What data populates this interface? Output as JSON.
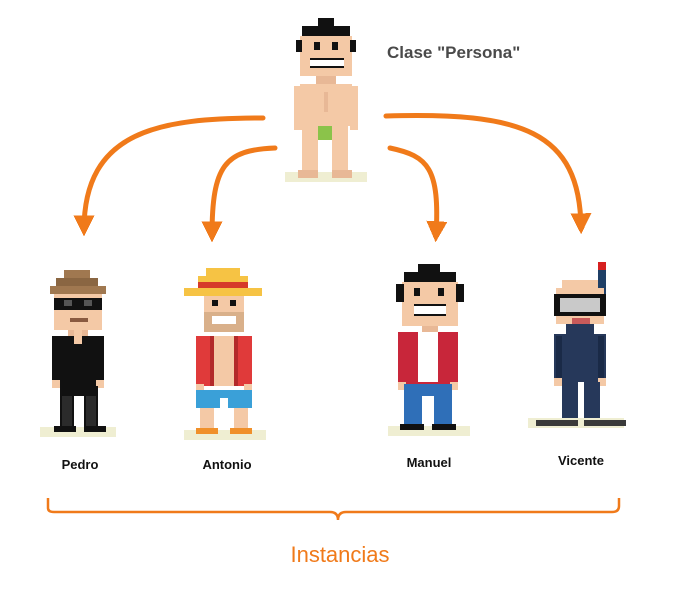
{
  "class": {
    "title": "Clase \"Persona\"",
    "figure": "naked-person-icon"
  },
  "instances": {
    "label": "Instancias",
    "items": [
      {
        "name": "Pedro",
        "figure": "pedro-figure-icon"
      },
      {
        "name": "Antonio",
        "figure": "antonio-figure-icon"
      },
      {
        "name": "Manuel",
        "figure": "manuel-figure-icon"
      },
      {
        "name": "Vicente",
        "figure": "vicente-figure-icon"
      }
    ]
  },
  "colors": {
    "accent": "#f07a1a",
    "title_text": "#4a4a4a",
    "skin": "#f4c9a6",
    "ground": "#efeed2"
  }
}
